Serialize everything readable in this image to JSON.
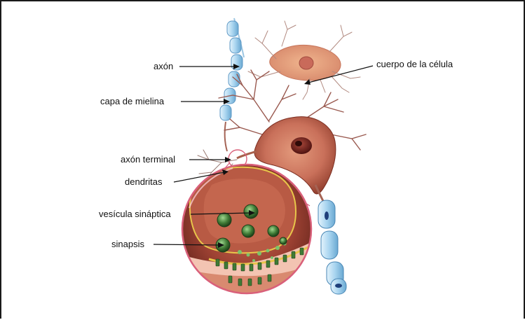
{
  "labels": {
    "axon": "axón",
    "myelin": "capa de mielina",
    "axon_terminal": "axón terminal",
    "dendrites": "dendritas",
    "vesicle": "vesícula sináptica",
    "synapse": "sinapsis",
    "cell_body": "cuerpo de la célula"
  },
  "colors": {
    "cell_body": "#c9705a",
    "cell_body_dark": "#8f3a2c",
    "nucleus": "#6e1d1a",
    "myelin": "#a8d4ef",
    "dendrite": "#9a5a50",
    "vesicle": "#3f7a35",
    "magnifier_rim": "#d9607a",
    "terminal_bulb": "#b85a44",
    "synaptic_cleft": "#e8c64a"
  }
}
